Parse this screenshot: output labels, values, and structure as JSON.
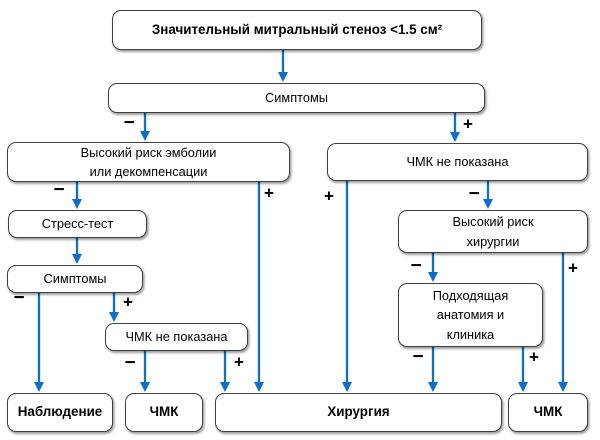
{
  "diagram": {
    "title_node": "Значительный митральный стеноз <1.5 см²",
    "colors": {
      "arrow": "#0e6ec8",
      "box_border": "#404040",
      "box_fill": "#ffffff",
      "text": "#000000"
    },
    "nodes": {
      "stenosis": {
        "label": "Значительный митральный стеноз <1.5 см²"
      },
      "symptoms1": {
        "label": "Симптомы"
      },
      "embolism": {
        "label": "Высокий риск эмболии\nили декомпенсации"
      },
      "cmc1": {
        "label": "ЧМК не показана"
      },
      "stress": {
        "label": "Стресс-тест"
      },
      "symptoms2": {
        "label": "Симптомы"
      },
      "cmc2": {
        "label": "ЧМК не показана"
      },
      "surgrisk": {
        "label": "Высокий риск\nхирургии"
      },
      "anatomy": {
        "label": "Подходящая\nанатомия и\nклиника"
      },
      "observation": {
        "label": "Наблюдение"
      },
      "cmc_left": {
        "label": "ЧМК"
      },
      "surgery": {
        "label": "Хирургия"
      },
      "cmc_right": {
        "label": "ЧМК"
      }
    },
    "edges": [
      {
        "from": "stenosis",
        "to": "symptoms1"
      },
      {
        "from": "symptoms1",
        "to": "embolism",
        "sign": "−"
      },
      {
        "from": "symptoms1",
        "to": "cmc1",
        "sign": "+"
      },
      {
        "from": "embolism",
        "to": "stress",
        "sign": "−"
      },
      {
        "from": "stress",
        "to": "symptoms2"
      },
      {
        "from": "symptoms2",
        "to": "cmc2",
        "sign": "+"
      },
      {
        "from": "cmc1",
        "to": "surgrisk",
        "sign": "−"
      },
      {
        "from": "surgrisk",
        "to": "anatomy",
        "sign": "−"
      },
      {
        "from": "symptoms2",
        "to": "observation",
        "sign": "−"
      },
      {
        "from": "cmc2",
        "to": "cmc_left",
        "sign": "−"
      },
      {
        "from": "cmc2",
        "to": "surgery",
        "sign": "+"
      },
      {
        "from": "embolism",
        "to": "surgery",
        "sign": "+"
      },
      {
        "from": "cmc1",
        "to": "surgery",
        "sign": "+"
      },
      {
        "from": "anatomy",
        "to": "surgery",
        "sign": "−"
      },
      {
        "from": "anatomy",
        "to": "cmc_right",
        "sign": "+"
      },
      {
        "from": "surgrisk",
        "to": "cmc_right",
        "sign": "+"
      }
    ]
  }
}
